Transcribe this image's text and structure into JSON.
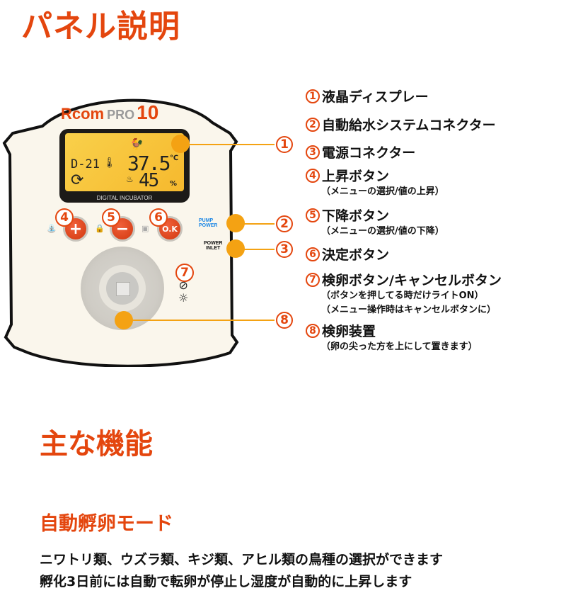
{
  "titles": {
    "panel": "パネル説明",
    "features": "主な機能",
    "mode": "自動孵卵モード"
  },
  "device": {
    "brand_rcom": "Rcom",
    "brand_pro": "PRO",
    "brand_model": "10",
    "lcd": {
      "species_icon": "rooster-icon",
      "day": "D-21",
      "temperature": "37.5",
      "temperature_unit": "℃",
      "humidity": "45",
      "humidity_unit": "%",
      "label": "DIGITAL INCUBATOR"
    },
    "buttons": {
      "up": "+",
      "down": "−",
      "ok": "O.K"
    },
    "pump_label_1": "PUMP",
    "pump_label_2": "POWER",
    "power_label_1": "POWER",
    "power_label_2": "INLET"
  },
  "callouts": [
    "1",
    "2",
    "3",
    "4",
    "5",
    "6",
    "7",
    "8"
  ],
  "legend": [
    {
      "num": "1",
      "title": "液晶ディスプレー"
    },
    {
      "num": "2",
      "title": "自動給水システムコネクター"
    },
    {
      "num": "3",
      "title": "電源コネクター"
    },
    {
      "num": "4",
      "title": "上昇ボタン",
      "sub": [
        "（メニューの選択/値の上昇）"
      ]
    },
    {
      "num": "5",
      "title": "下降ボタン",
      "sub": [
        "（メニューの選択/値の下降）"
      ]
    },
    {
      "num": "6",
      "title": "決定ボタン"
    },
    {
      "num": "7",
      "title": "検卵ボタン/キャンセルボタン",
      "sub": [
        "（ボタンを押してる時だけライトON）",
        "（メニュー操作時はキャンセルボタンに）"
      ]
    },
    {
      "num": "8",
      "title": "検卵装置",
      "sub": [
        "（卵の尖った方を上にして置きます）"
      ]
    }
  ],
  "description": [
    "ニワトリ類、ウズラ類、キジ類、アヒル類の鳥種の選択ができます",
    "孵化3日前には自動で転卵が停止し湿度が自動的に上昇します"
  ],
  "colors": {
    "accent": "#e4460e",
    "callout_dot": "#f4a213",
    "lcd": "#f6b92e",
    "panel": "#faf6ec",
    "pump_blue": "#1e88e5"
  }
}
